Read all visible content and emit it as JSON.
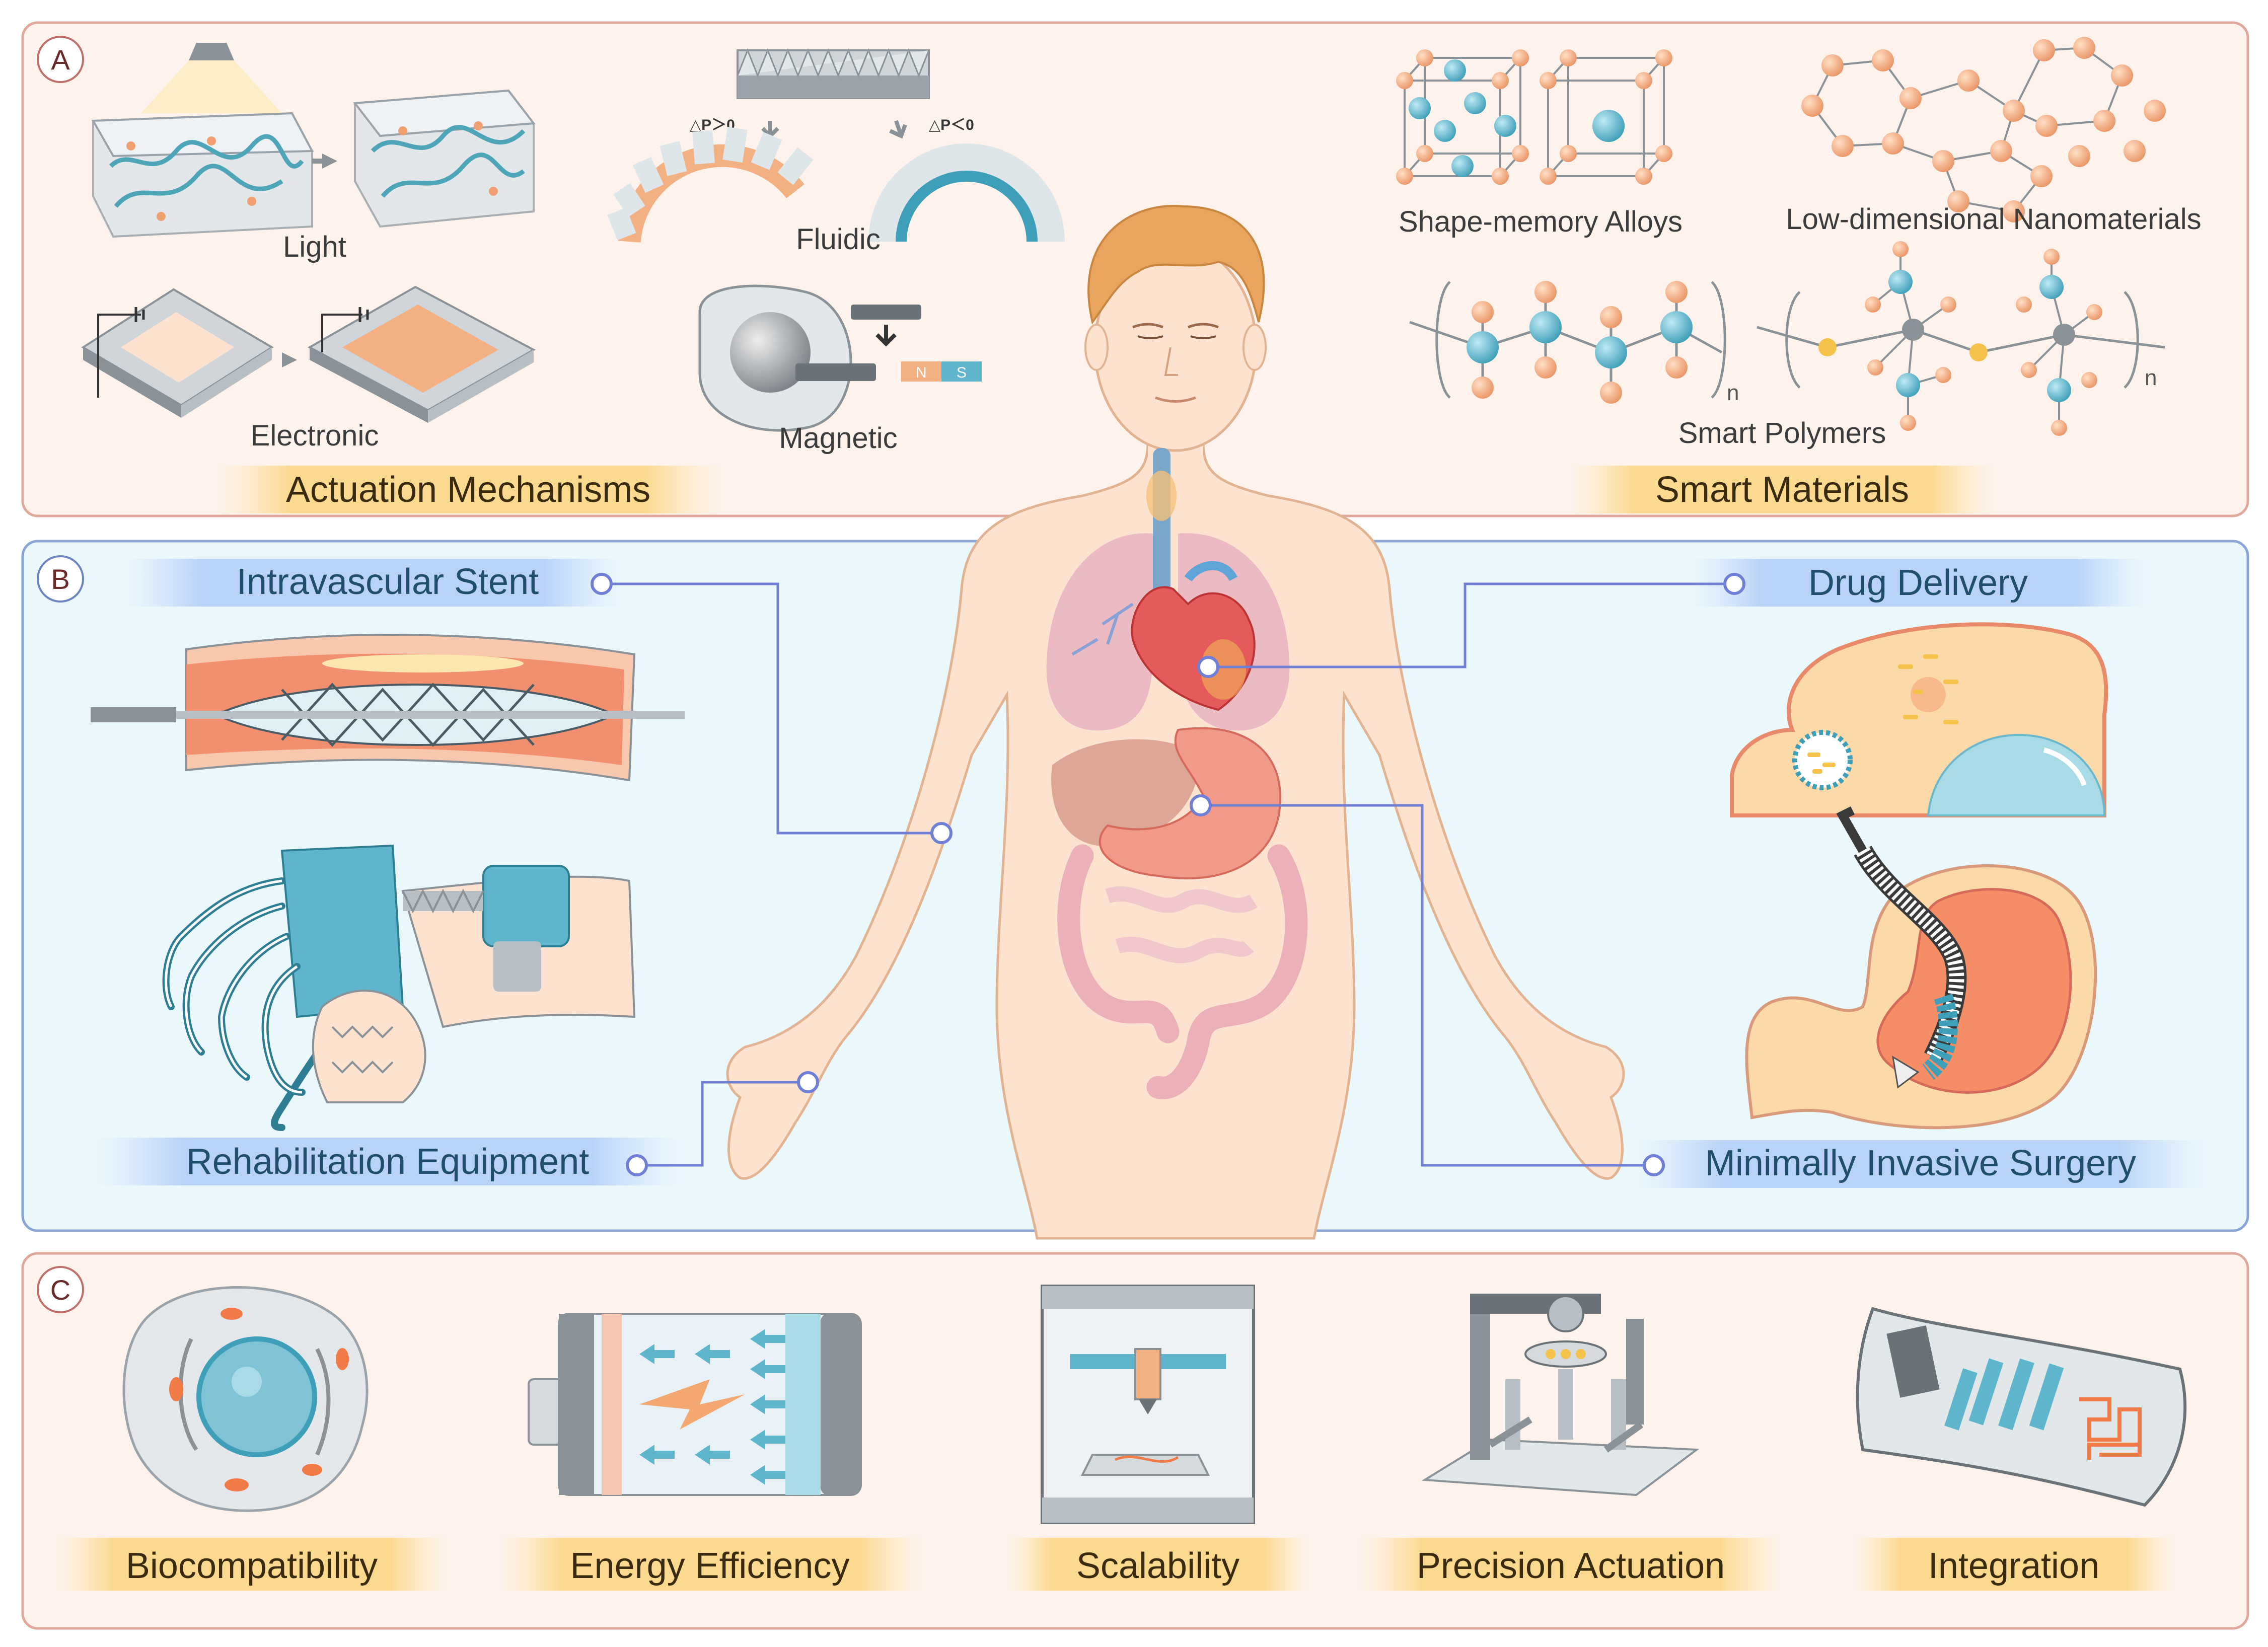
{
  "panels": {
    "a_letter": "A",
    "b_letter": "B",
    "c_letter": "C"
  },
  "actuation": {
    "title": "Actuation Mechanisms",
    "light": "Light",
    "electronic": "Electronic",
    "fluidic": "Fluidic",
    "magnetic": "Magnetic",
    "dp_positive": "△P＞0",
    "dp_negative": "△P＜0",
    "magnet_n": "N",
    "magnet_s": "S"
  },
  "materials": {
    "title": "Smart Materials",
    "sma": "Shape-memory Alloys",
    "nano": "Low-dimensional Nanomaterials",
    "polymers": "Smart Polymers",
    "n1": "n",
    "n2": "n"
  },
  "applications": {
    "stent": "Intravascular Stent",
    "drug": "Drug Delivery",
    "rehab": "Rehabilitation Equipment",
    "surgery": "Minimally Invasive Surgery"
  },
  "challenges": {
    "biocompat": "Biocompatibility",
    "energy": "Energy Efficiency",
    "scalability": "Scalability",
    "precision": "Precision Actuation",
    "integration": "Integration"
  },
  "colors": {
    "panel_a_bg": "#fdf3ec",
    "panel_b_bg": "#eaf7fb",
    "panel_c_bg": "#fdf3ec",
    "panel_a_border": "#e0a89a",
    "panel_b_border": "#8aa5d8",
    "skin": "#fde3cf",
    "hair": "#e9a45f",
    "teal": "#5fb6cc",
    "orange": "#f0a070",
    "connector": "#6f7fd6"
  }
}
